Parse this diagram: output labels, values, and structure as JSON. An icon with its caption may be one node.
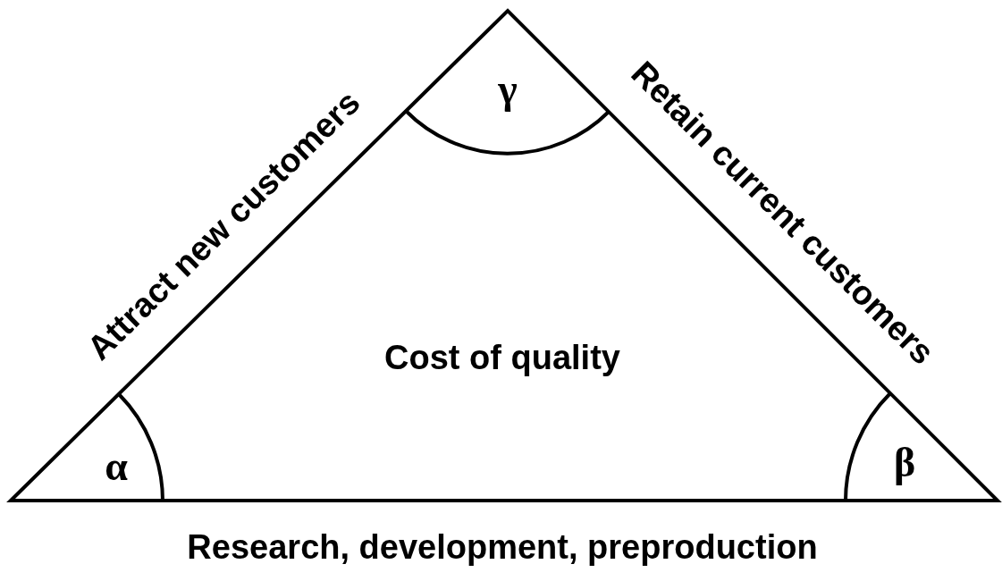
{
  "diagram": {
    "nodes": [
      {
        "text": [
          "Cost of quality"
        ]
      }
    ],
    "labels": [
      "Attract new customers",
      "Retain current customers",
      "γ",
      "α",
      "β",
      "Research, development, preproduction"
    ]
  }
}
